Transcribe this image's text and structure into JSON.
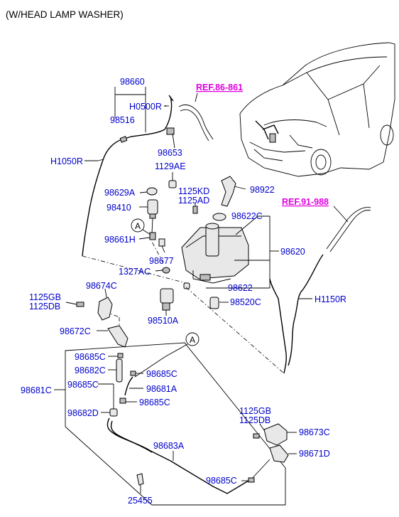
{
  "header": {
    "title": "(W/HEAD LAMP WASHER)"
  },
  "refs": {
    "ref_86_861": "REF.86-861",
    "ref_91_988": "REF.91-988"
  },
  "callout": "A",
  "labels": {
    "p98660": "98660",
    "h0500r": "H0500R",
    "p98516": "98516",
    "h1050r": "H1050R",
    "p98653": "98653",
    "p1129ae": "1129AE",
    "p98629a": "98629A",
    "p98410": "98410",
    "p1125kd": "1125KD",
    "p1125ad": "1125AD",
    "p98922": "98922",
    "p98622c": "98622C",
    "p98661h": "98661H",
    "p98677": "98677",
    "p98620": "98620",
    "p1327ac": "1327AC",
    "p98622": "98622",
    "p98674c": "98674C",
    "p1125gb_a": "1125GB",
    "p1125db_a": "1125DB",
    "p98510a": "98510A",
    "p98520c": "98520C",
    "h1150r": "H1150R",
    "p98672c": "98672C",
    "p98685c_1": "98685C",
    "p98682c": "98682C",
    "p98685c_2": "98685C",
    "p98681c": "98681C",
    "p98685c_3": "98685C",
    "p98681a": "98681A",
    "p98682d": "98682D",
    "p98685c_4": "98685C",
    "p1125gb_b": "1125GB",
    "p1125db_b": "1125DB",
    "p98673c": "98673C",
    "p98683a": "98683A",
    "p98671d": "98671D",
    "p98685c_5": "98685C",
    "p25455": "25455"
  },
  "colors": {
    "part_label": "#0000cc",
    "reference_label": "#e000e0",
    "line": "#000000"
  }
}
